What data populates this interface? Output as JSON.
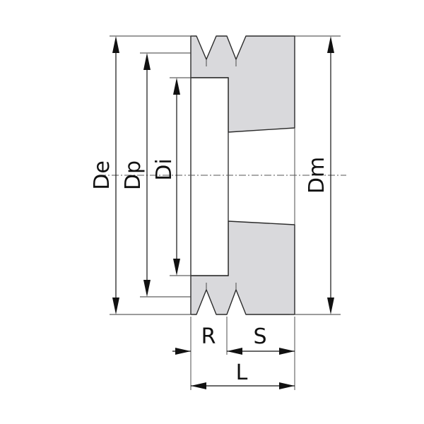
{
  "labels": {
    "outer_diameter": "De",
    "pitch_diameter": "Dp",
    "bore_diameter": "Di",
    "hub_diameter": "Dm",
    "offset": "R",
    "groove_span": "S",
    "total_length": "L"
  },
  "colors": {
    "section_fill": "#d9d9dc",
    "outline": "#2b2b2b",
    "dimension": "#111111"
  }
}
